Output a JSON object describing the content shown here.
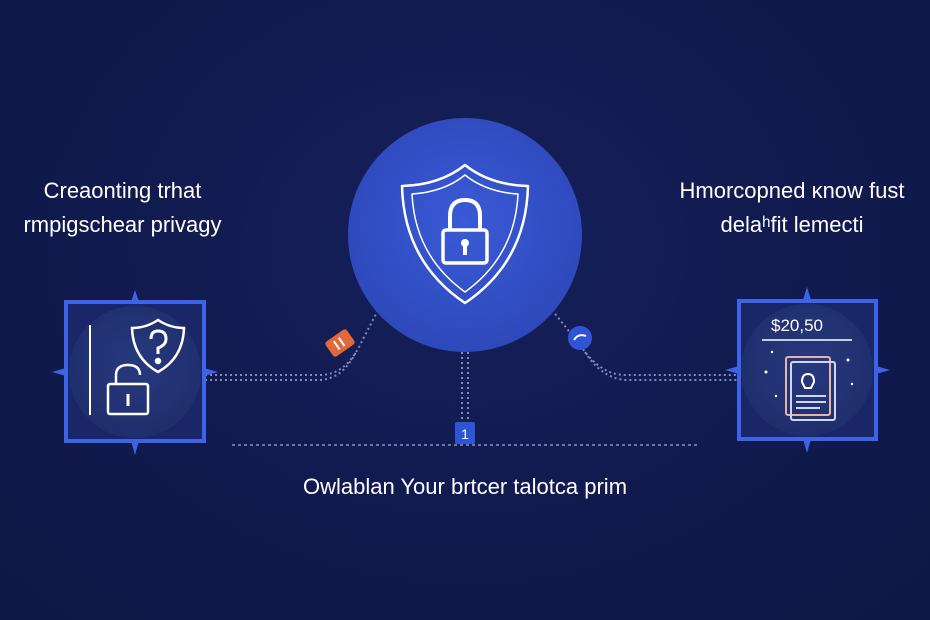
{
  "captions": {
    "left": [
      "Creaonting trhat",
      "rmpigschear privagy"
    ],
    "right": [
      "Hmorcopned ĸnow fust",
      "delaʰfit lemecti"
    ],
    "bottom": "Owlablan Your brtcer talotca prim"
  },
  "right_card": {
    "price": "$20,50"
  },
  "connector_badge": {
    "label": "1"
  },
  "icons": {
    "center": "shield-lock-icon",
    "left": "shield-question-icon",
    "left_secondary": "padlock-icon",
    "right": "document-icon",
    "badge_left": "tag-icon",
    "badge_right": "link-icon"
  },
  "colors": {
    "background": "#111a4e",
    "circle": "#3352c7",
    "frame": "#3d63e6",
    "node_orange": "#e0683a",
    "node_blue": "#2f55d4"
  }
}
